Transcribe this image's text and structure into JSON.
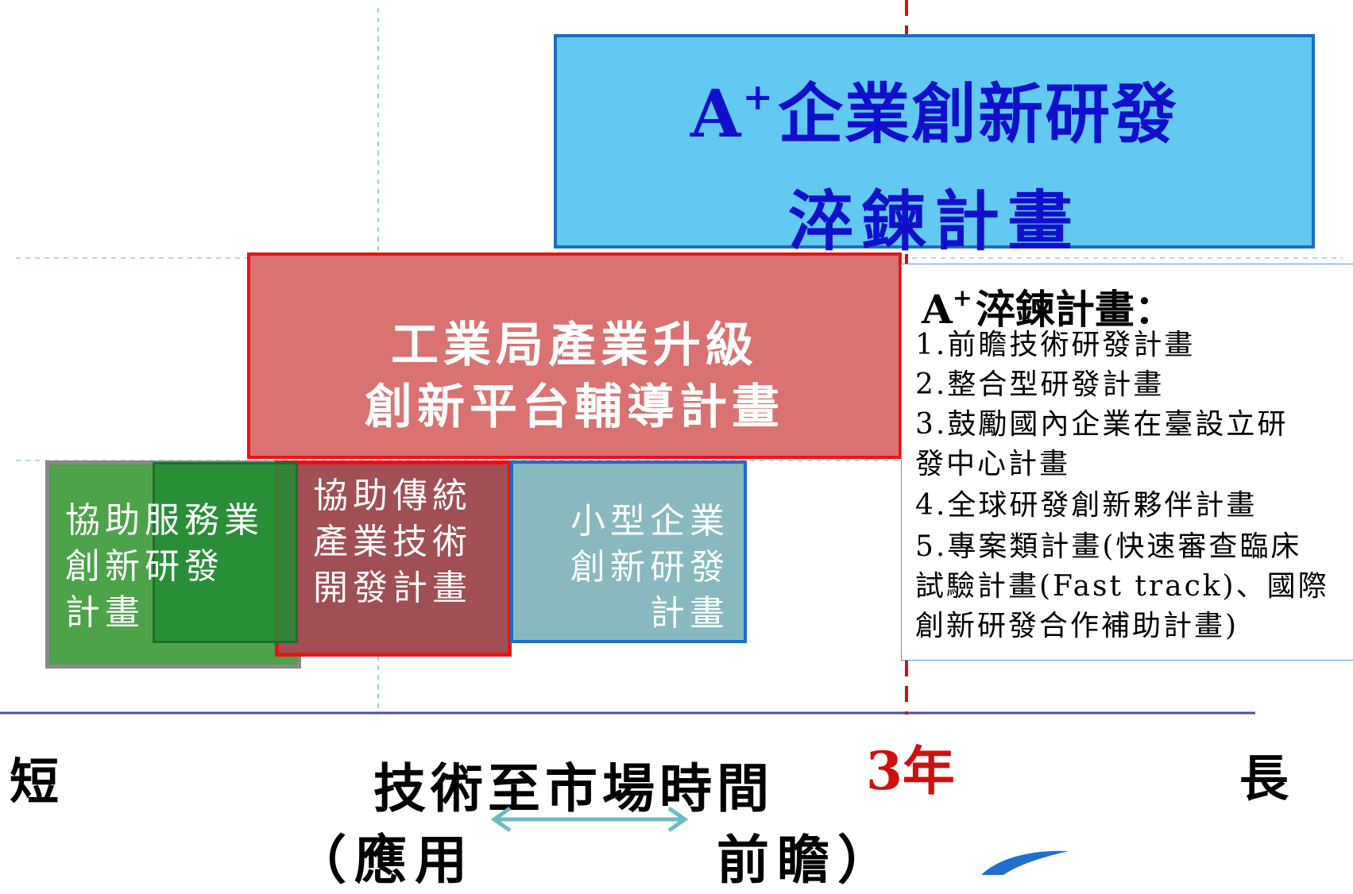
{
  "top_box": {
    "title_main": "A",
    "title_sup": "+",
    "title_rest": "企業創新研發",
    "subtitle": "淬鍊計畫"
  },
  "idb_box": {
    "text": "工業局產業升級\n創新平台輔導計畫"
  },
  "service_box": {
    "text": "協助服務業\n創新研發\n計畫"
  },
  "traditional_box": {
    "text": "協助傳統\n產業技術\n開發計畫"
  },
  "sme_box": {
    "text": "小型企業\n創新研發\n計畫"
  },
  "info_panel": {
    "title_main": "A",
    "title_sup": "+",
    "title_rest": "淬鍊計畫：",
    "items": [
      "1.前瞻技術研發計畫",
      "2.整合型研發計畫",
      "3.鼓勵國內企業在臺設立研\n   發中心計畫",
      "4.全球研發創新夥伴計畫",
      "5.專案類計畫(快速審查臨床\n   試驗計畫(Fast track)、國際\n   創新研發合作補助計畫)"
    ]
  },
  "axis": {
    "short": "短",
    "long": "長",
    "marker": "3年",
    "title": "技術至市場時間",
    "left_end": "（應用",
    "right_end": "前瞻）"
  },
  "colors": {
    "top_box_fill": "#61c9f2",
    "top_box_text": "#1010cc",
    "idb_fill": "#da7272",
    "idb_border": "#ee1111",
    "service_fill": "#4ca34a",
    "traditional_fill": "#a14f54",
    "sme_fill": "#87b9bf",
    "marker_red": "#d01010"
  }
}
